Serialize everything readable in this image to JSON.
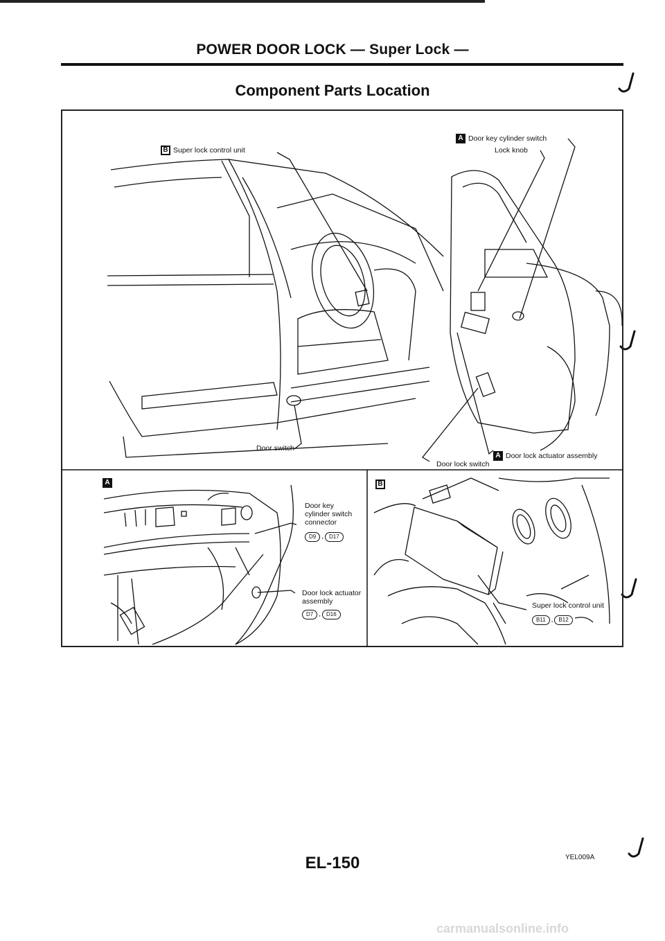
{
  "header": {
    "title": "POWER DOOR LOCK — Super Lock —"
  },
  "section_title": "Component Parts Location",
  "top_figure": {
    "super_lock_unit_badge": "B",
    "super_lock_unit": "Super lock control unit",
    "door_key_badge": "A",
    "door_key_cylinder_switch": "Door key cylinder switch",
    "lock_knob": "Lock knob",
    "door_switch": "Door switch",
    "actuator_badge": "A",
    "door_lock_actuator_assembly": "Door lock actuator assembly",
    "door_lock_switch": "Door lock switch"
  },
  "panel_a": {
    "badge": "A",
    "key_switch_connector": [
      "Door key",
      "cylinder switch",
      "connector"
    ],
    "key_connectors": [
      "D9",
      "D17"
    ],
    "actuator": [
      "Door lock actuator",
      "assembly"
    ],
    "actuator_connectors": [
      "D7",
      "D16"
    ],
    "separator": ","
  },
  "panel_b": {
    "badge": "B",
    "unit_label": "Super lock control unit",
    "connectors": [
      "B11",
      "B12"
    ],
    "separator": ","
  },
  "footer": {
    "page_number": "EL-150",
    "figure_code": "YEL009A"
  },
  "watermark": "carmanualsonline.info"
}
